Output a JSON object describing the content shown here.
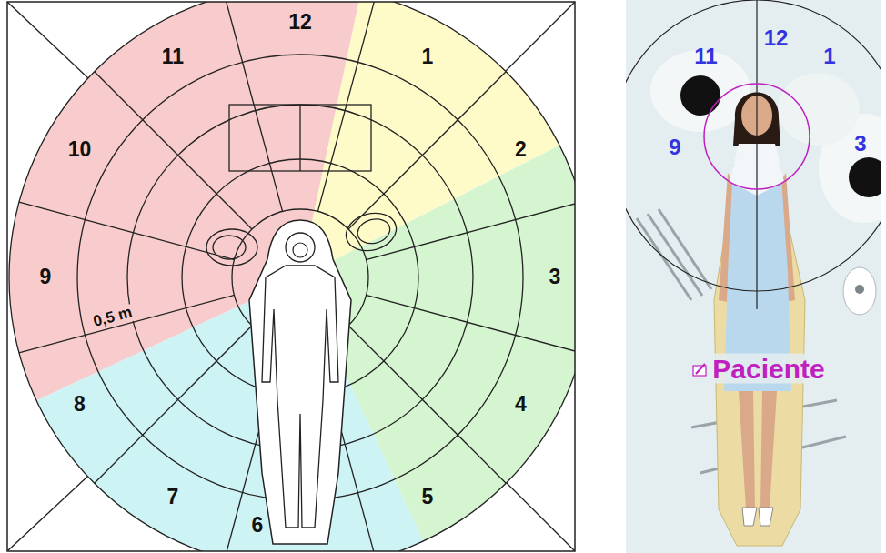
{
  "diagram": {
    "labels": [
      "12",
      "11",
      "1",
      "10",
      "2",
      "9",
      "3",
      "0,5 m",
      "8",
      "4",
      "7",
      "5",
      "6",
      "11",
      "12",
      "1",
      "9",
      "3",
      "Paciente"
    ]
  }
}
